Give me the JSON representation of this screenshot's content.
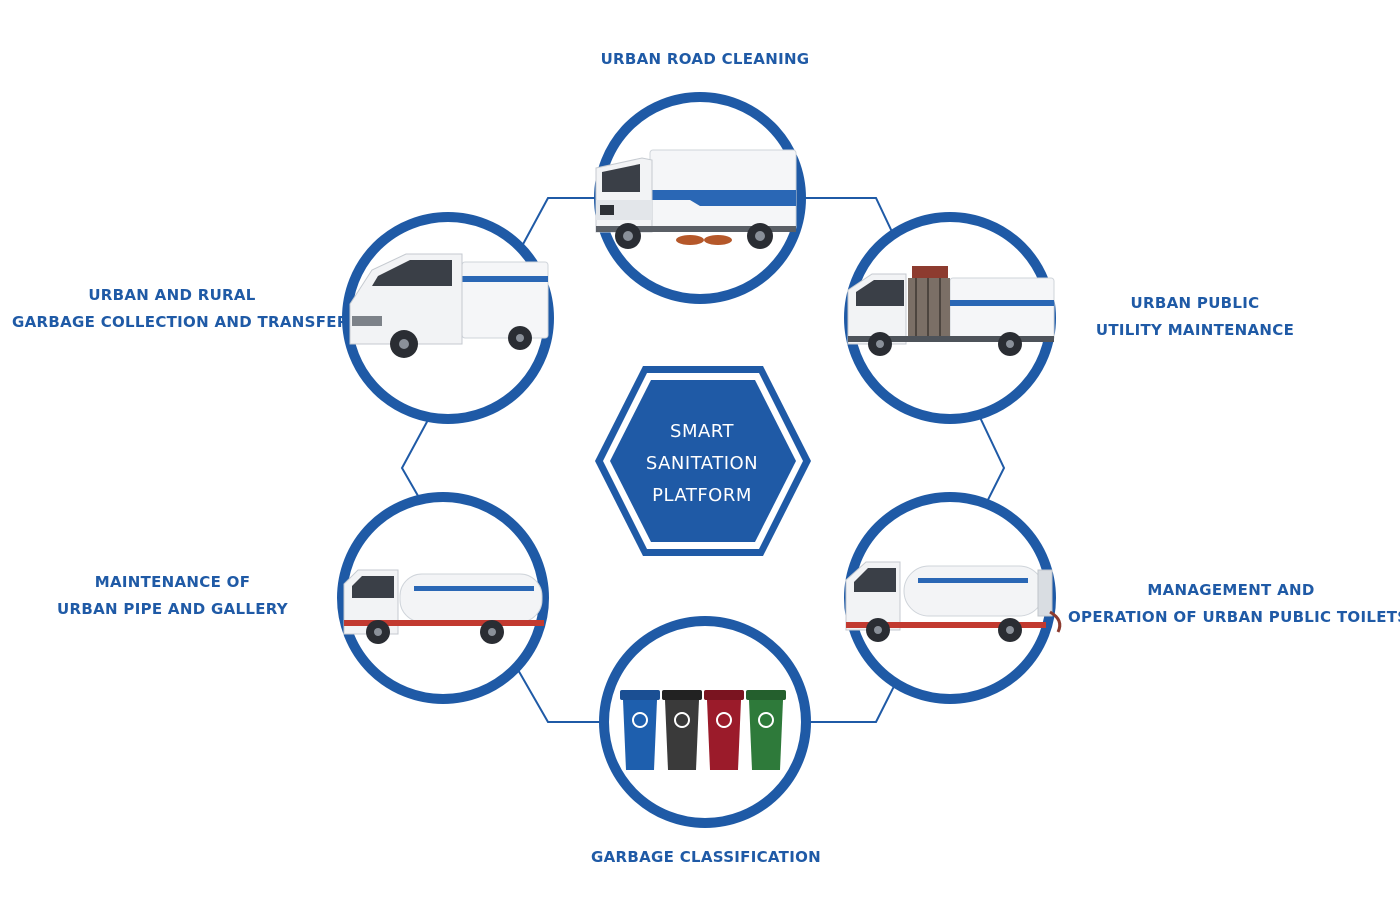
{
  "center": {
    "lines": [
      "SMART",
      "SANITATION",
      "PLATFORM"
    ]
  },
  "nodes": [
    {
      "id": "road-cleaning",
      "lines": [
        "URBAN ROAD CLEANING"
      ],
      "icon": "road-sweeper-truck-icon"
    },
    {
      "id": "public-utility",
      "lines": [
        "URBAN PUBLIC",
        "UTILITY MAINTENANCE"
      ],
      "icon": "utility-maintenance-truck-icon"
    },
    {
      "id": "public-toilets",
      "lines": [
        "MANAGEMENT AND",
        "OPERATION OF URBAN PUBLIC TOILETS"
      ],
      "icon": "vacuum-tanker-truck-icon"
    },
    {
      "id": "garbage-classification",
      "lines": [
        "GARBAGE CLASSIFICATION"
      ],
      "icon": "sorting-bins-icon"
    },
    {
      "id": "pipe-gallery",
      "lines": [
        "MAINTENANCE OF",
        "URBAN PIPE AND GALLERY"
      ],
      "icon": "water-tanker-truck-icon"
    },
    {
      "id": "garbage-transfer",
      "lines": [
        "URBAN AND RURAL",
        "GARBAGE COLLECTION AND TRANSFER"
      ],
      "icon": "garbage-collection-truck-icon"
    }
  ],
  "colors": {
    "brand_blue": "#1f5aa6",
    "ring_blue": "#1f5aa6",
    "bin_blue": "#1e5fae",
    "bin_black": "#3a3a3a",
    "bin_red": "#9b1b2a",
    "bin_green": "#2e7a3a"
  }
}
